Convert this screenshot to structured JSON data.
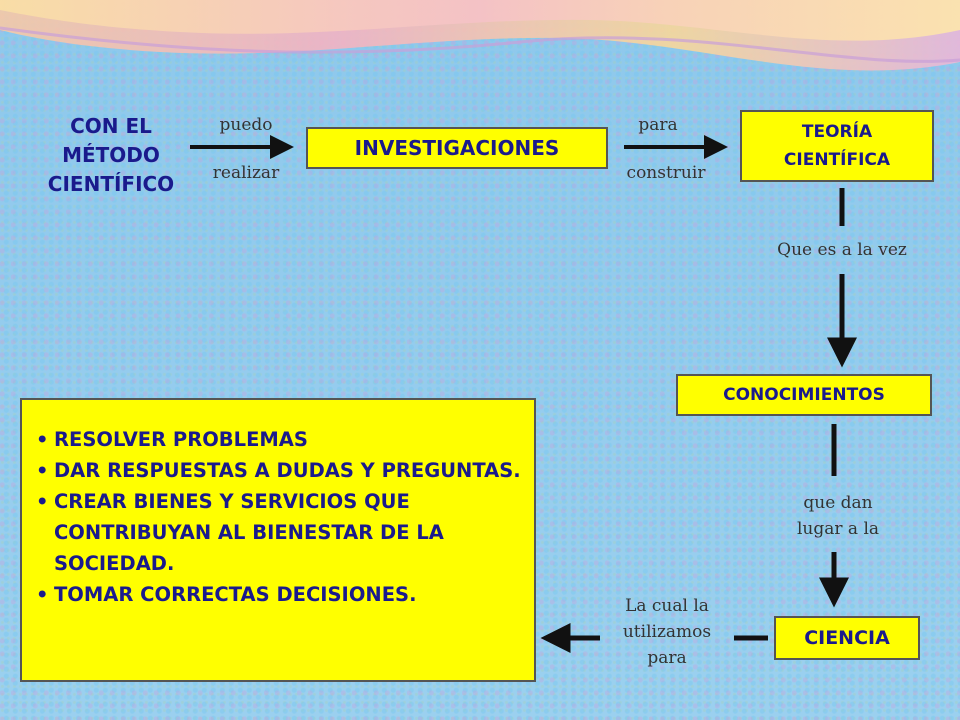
{
  "diagram": {
    "start_text": [
      "CON EL",
      "MÉTODO",
      "CIENTÍFICO"
    ],
    "edge_1": {
      "top": "puedo",
      "bottom": "realizar"
    },
    "node_investigaciones": "INVESTIGACIONES",
    "edge_2": {
      "top": "para",
      "bottom": "construir"
    },
    "node_teoria": [
      "TEORÍA",
      "CIENTÍFICA"
    ],
    "edge_3": "Que es a la vez",
    "node_conocimientos": "CONOCIMIENTOS",
    "edge_4": [
      "que dan",
      "lugar a la"
    ],
    "node_ciencia": "CIENCIA",
    "edge_5": [
      "La cual la",
      "utilizamos",
      "para"
    ],
    "purposes": [
      "RESOLVER PROBLEMAS",
      "DAR RESPUESTAS A DUDAS Y PREGUNTAS.",
      "CREAR BIENES Y SERVICIOS QUE CONTRIBUYAN AL BIENESTAR DE LA SOCIEDAD.",
      "TOMAR CORRECTAS DECISIONES."
    ]
  },
  "colors": {
    "box_fill": "#ffff00",
    "text": "#1a1a8c",
    "arrow": "#111111"
  }
}
